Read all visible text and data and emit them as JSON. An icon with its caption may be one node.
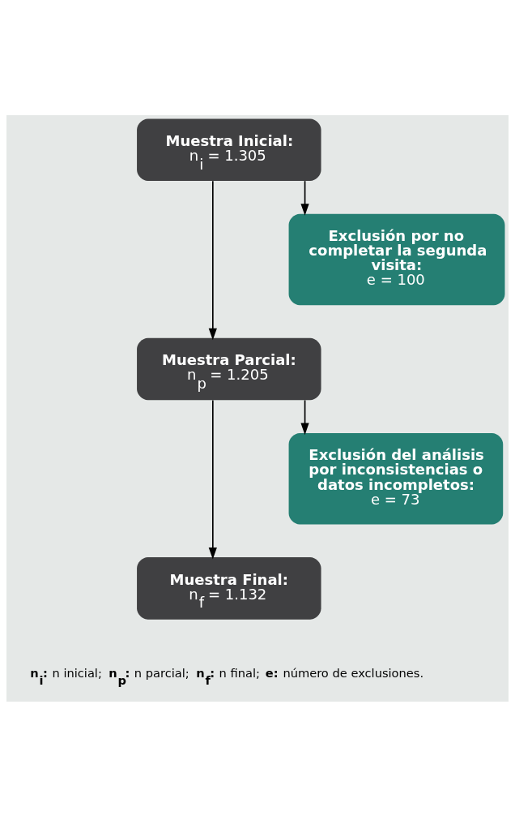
{
  "diagram": {
    "nodes": [
      {
        "text": [
          "Muestra Inicial:",
          "n$_{i}$ = 1.305"
        ]
      },
      {
        "text": [
          "Exclusión por no completar la segunda visita:",
          "e = 100"
        ]
      },
      {
        "text": [
          "Muestra Parcial:",
          "n$_{p}$ = 1.205"
        ]
      },
      {
        "text": [
          "Exclusión del análisis por inconsistencias o datos incompletos:",
          "e = 73"
        ]
      },
      {
        "text": [
          "Muestra Final:",
          "n$_{f}$ = 1.132"
        ]
      }
    ],
    "edges": [
      {
        "from": 0,
        "to": 2,
        "arrow": "to"
      },
      {
        "from": 0,
        "to": 1,
        "arrow": "to"
      },
      {
        "from": 2,
        "to": 4,
        "arrow": "to"
      },
      {
        "from": 2,
        "to": 3,
        "arrow": "to"
      }
    ],
    "labels": [
      "**n$_{i}$:** n inicial; **n$_{p}$:** n parcial; **n$_{f}$:** n final; **e:** número de exclusiones."
    ]
  }
}
